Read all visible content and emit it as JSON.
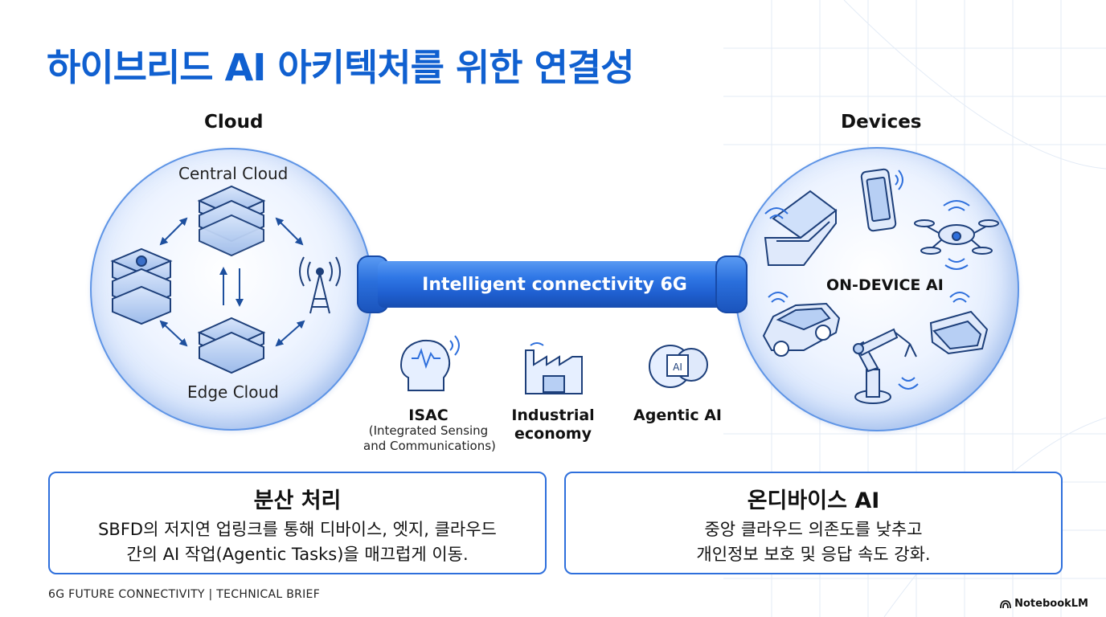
{
  "title": "하이브리드 AI 아키텍처를 위한 연결성",
  "cloud": {
    "label": "Cloud",
    "central": "Central Cloud",
    "edge": "Edge Cloud"
  },
  "devices": {
    "label": "Devices",
    "center": "ON-DEVICE AI"
  },
  "link": {
    "label": "Intelligent connectivity 6G"
  },
  "features": [
    {
      "name": "ISAC",
      "sub1": "(Integrated Sensing",
      "sub2": "and Communications)",
      "icon": "brain-wave-icon"
    },
    {
      "name_line1": "Industrial",
      "name_line2": "economy",
      "icon": "factory-icon"
    },
    {
      "name": "Agentic AI",
      "icon": "ai-chip-brain-icon"
    }
  ],
  "cards": [
    {
      "title": "분산 처리",
      "line1": "SBFD의 저지연 업링크를 통해 디바이스, 엣지, 클라우드",
      "line2": "간의 AI 작업(Agentic Tasks)을 매끄럽게 이동."
    },
    {
      "title": "온디바이스 AI",
      "line1": "중앙 클라우드 의존도를 낮추고",
      "line2": "개인정보 보호 및 응답 속도 강화."
    }
  ],
  "footer": "6G FUTURE CONNECTIVITY  |  TECHNICAL BRIEF",
  "brand": "NotebookLM",
  "colors": {
    "accent": "#1060d0",
    "pipe": "#2f77e6",
    "sphere_edge": "#5f95e6"
  }
}
